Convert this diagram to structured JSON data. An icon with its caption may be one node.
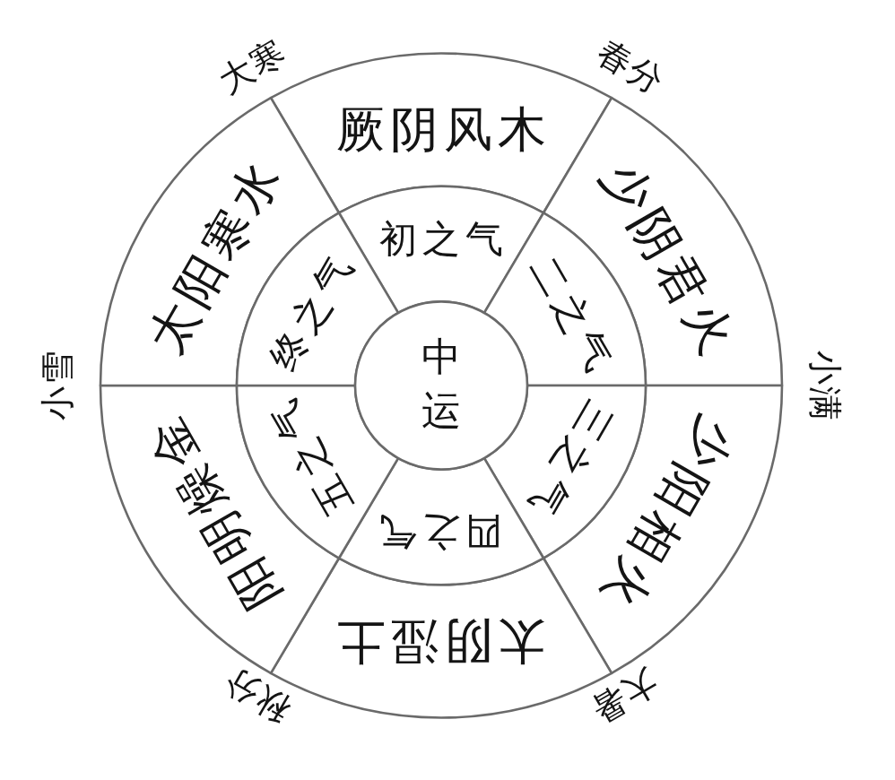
{
  "diagram": {
    "nodes": [
      {
        "text": [
          "厥阴风木"
        ]
      },
      {
        "text": [
          "少阴君火"
        ]
      },
      {
        "text": [
          "少阳相火"
        ]
      },
      {
        "text": [
          "太阴湿土"
        ]
      },
      {
        "text": [
          "阳明燥金"
        ]
      },
      {
        "text": [
          "太阳寒水"
        ]
      },
      {
        "text": [
          "初之气"
        ]
      },
      {
        "text": [
          "二之气"
        ]
      },
      {
        "text": [
          "三之气"
        ]
      },
      {
        "text": [
          "四之气"
        ]
      },
      {
        "text": [
          "五之气"
        ]
      },
      {
        "text": [
          "终之气"
        ]
      },
      {
        "text": [
          "中运"
        ]
      }
    ],
    "labels": [
      "大寒",
      "春分",
      "小满",
      "大暑",
      "秋分",
      "小雪"
    ]
  }
}
